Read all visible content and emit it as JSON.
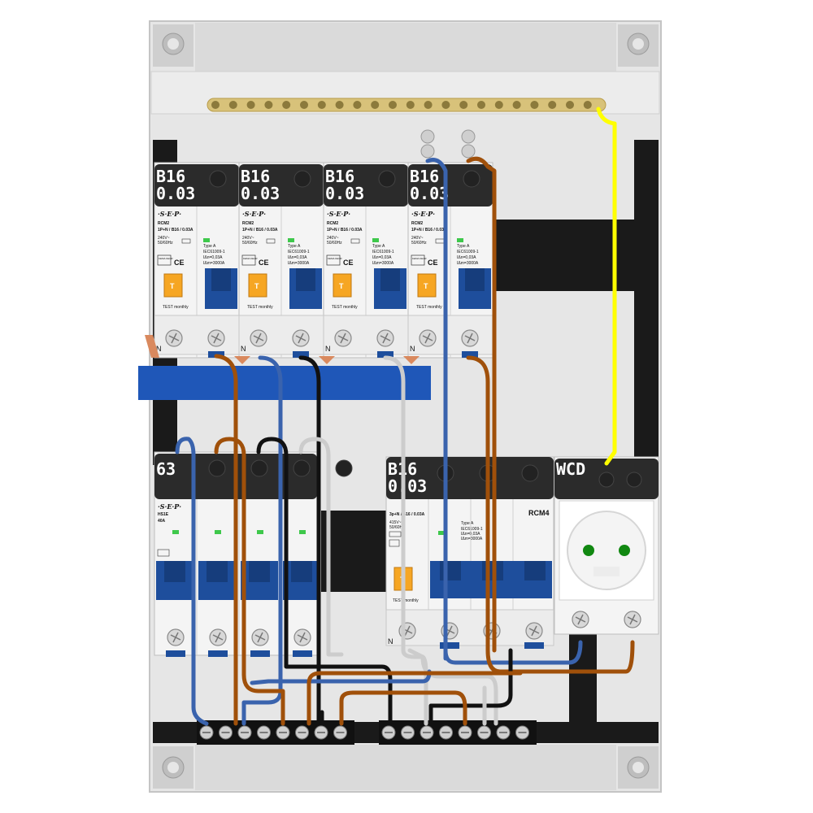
{
  "colors": {
    "enclosure": "#e6e6e6",
    "enclosure_edge": "#c8c8c8",
    "rail": "#1a1a1a",
    "device_body": "#f4f4f4",
    "device_head": "#2b2b2b",
    "lever": "#1e4e9c",
    "test_button": "#f6a623",
    "led": "#3ec84b",
    "wire_brown": "#a0500a",
    "wire_blue": "#3a63ad",
    "wire_black": "#111111",
    "wire_grey": "#cccccc",
    "wire_yellow": "#ffff00",
    "busbar_blue": "#1f57b8",
    "copper": "#d9895e",
    "earth_bar": "#d8c27a"
  },
  "rcbo_row": {
    "brand": "·S·E·P·",
    "units": [
      {
        "rating": "B16",
        "sensitivity": "0.03",
        "model": "RCM2",
        "spec": "1P+N / B16 / 0.03A",
        "voltage": "240V~",
        "freq": "50/60Hz",
        "type": "Type A",
        "norm": "IEC61009-1",
        "idn": "IΔn=0,03A",
        "icn": "IΔm=3000A",
        "test": "TEST monthly",
        "neutral": "N",
        "test_letter": "T",
        "approval": "KEMA KEUR",
        "ce": "CE"
      },
      {
        "rating": "B16",
        "sensitivity": "0.03",
        "model": "RCM2",
        "spec": "1P+N / B16 / 0.03A",
        "voltage": "240V~",
        "freq": "50/60Hz",
        "type": "Type A",
        "norm": "IEC61009-1",
        "idn": "IΔn=0,03A",
        "icn": "IΔm=3000A",
        "test": "TEST monthly",
        "neutral": "N",
        "test_letter": "T",
        "approval": "KEMA KEUR",
        "ce": "CE"
      },
      {
        "rating": "B16",
        "sensitivity": "0.03",
        "model": "RCM2",
        "spec": "1P+N / B16 / 0.03A",
        "voltage": "240V~",
        "freq": "50/60Hz",
        "type": "Type A",
        "norm": "IEC61009-1",
        "idn": "IΔn=0,03A",
        "icn": "IΔm=3000A",
        "test": "TEST monthly",
        "neutral": "N",
        "test_letter": "T",
        "approval": "KEMA KEUR",
        "ce": "CE"
      },
      {
        "rating": "B16",
        "sensitivity": "0.03",
        "model": "RCM2",
        "spec": "1P+N / B16 / 0.03A",
        "voltage": "240V~",
        "freq": "50/60Hz",
        "type": "Type A",
        "norm": "IEC61009-1",
        "idn": "IΔn=0,03A",
        "icn": "IΔm=3000A",
        "test": "TEST monthly",
        "neutral": "N",
        "test_letter": "T",
        "approval": "KEMA KEUR",
        "ce": "CE"
      }
    ]
  },
  "main_switch": {
    "rating": "63",
    "brand": "·S·E·P·",
    "model": "HS1E",
    "current": "40A",
    "poles": 4
  },
  "rcbo_3p": {
    "rating": "B16",
    "sensitivity": "0.03",
    "model": "RCM4",
    "spec": "3p+N / B16 / 0.03A",
    "voltage": "415V~",
    "freq": "50/60Hz",
    "type": "Type A",
    "norm": "IEC61009-1",
    "idn": "IΔn=0,03A",
    "icn": "IΔm=3000A",
    "test": "TEST monthly",
    "neutral": "N",
    "test_letter": "T"
  },
  "socket": {
    "label": "WCD"
  }
}
